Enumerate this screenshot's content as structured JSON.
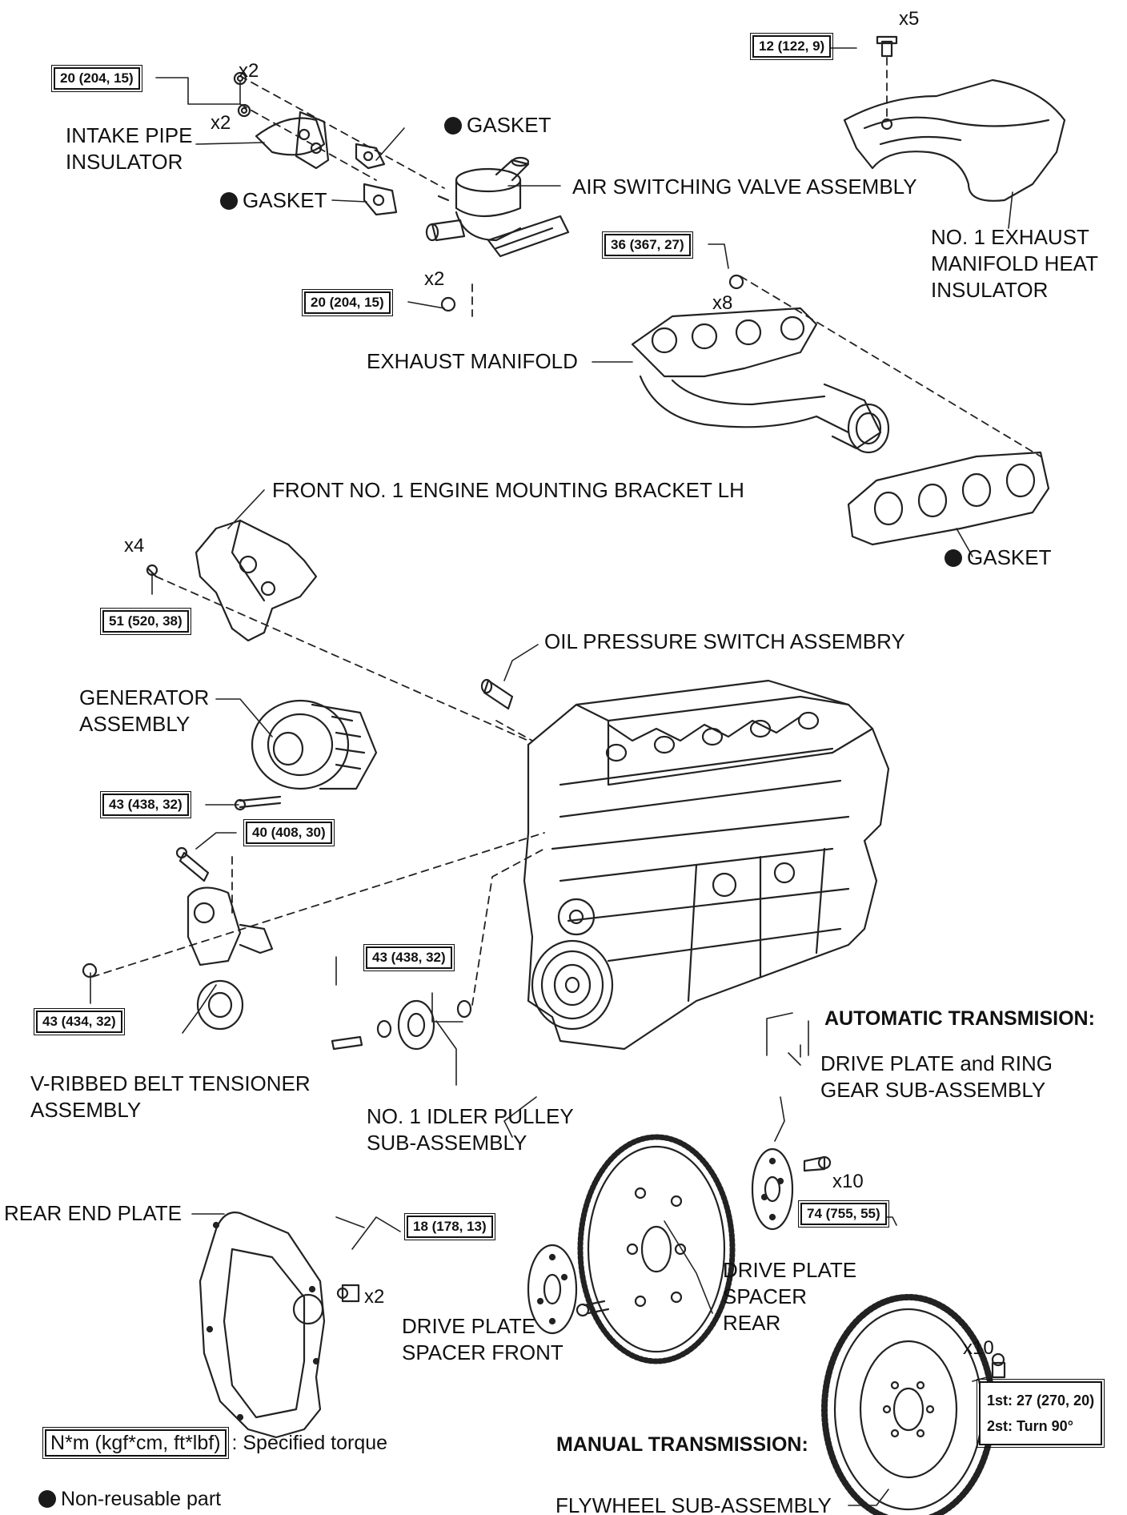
{
  "parts": {
    "intake_pipe_insulator": "INTAKE PIPE\nINSULATOR",
    "gasket_top": "GASKET",
    "gasket_left": "GASKET",
    "air_switching_valve": "AIR SWITCHING VALVE ASSEMBLY",
    "no1_exhaust_heat_insulator": "NO. 1 EXHAUST\nMANIFOLD HEAT\nINSULATOR",
    "exhaust_manifold": "EXHAUST MANIFOLD",
    "gasket_manifold": "GASKET",
    "front_mounting_bracket": "FRONT NO. 1 ENGINE MOUNTING BRACKET LH",
    "oil_pressure_switch": "OIL PRESSURE SWITCH ASSEMBRY",
    "generator": "GENERATOR\nASSEMBLY",
    "belt_tensioner": "V-RIBBED BELT TENSIONER\nASSEMBLY",
    "idler_pulley": "NO. 1 IDLER PULLEY\nSUB-ASSEMBLY",
    "drive_plate_ring_gear": "DRIVE PLATE and RING\nGEAR SUB-ASSEMBLY",
    "rear_end_plate": "REAR END PLATE",
    "drive_plate_spacer_front": "DRIVE PLATE\nSPACER FRONT",
    "drive_plate_spacer_rear": "DRIVE PLATE\nSPACER\nREAR",
    "flywheel": "FLYWHEEL SUB-ASSEMBLY"
  },
  "torques": {
    "t_intake_upper": "20 (204, 15)",
    "t_heat_insulator": "12 (122, 9)",
    "t_manifold_nut": "36 (367, 27)",
    "t_intake_lower": "20 (204, 15)",
    "t_bracket": "51 (520, 38)",
    "t_generator": "43 (438, 32)",
    "t_tensioner_bolt": "40 (408, 30)",
    "t_idler": "43 (438, 32)",
    "t_tensioner_nut": "43 (434, 32)",
    "t_drive_plate": "74 (755, 55)",
    "t_rear_plate": "18 (178, 13)"
  },
  "quantities": {
    "q_intake_upper": "x2",
    "q_intake_mid": "x2",
    "q_heat_insulator": "x5",
    "q_intake_lower": "x2",
    "q_manifold": "x8",
    "q_bracket": "x4",
    "q_drive_plate": "x10",
    "q_rear_plate": "x2",
    "q_flywheel": "x10"
  },
  "headings": {
    "automatic": "AUTOMATIC TRANSMISION:",
    "manual": "MANUAL TRANSMISSION:"
  },
  "flywheel_torque": {
    "line1": "1st: 27 (270, 20)",
    "line2": "2st: Turn 90°"
  },
  "legend": {
    "torque_box": "N*m (kgf*cm, ft*lbf)",
    "torque_text": ": Specified torque",
    "non_reusable": "Non-reusable part"
  }
}
